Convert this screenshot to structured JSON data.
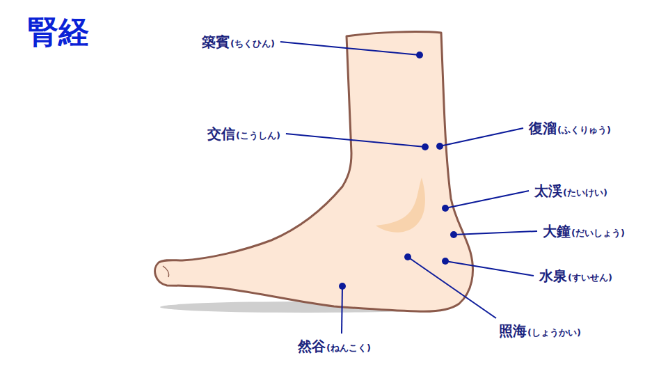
{
  "diagram": {
    "title": "腎経",
    "labels": [
      "築賓",
      "(ちくひん)",
      "交信",
      "(こうしん)",
      "復溜",
      "(ふくりゅう)",
      "太渓",
      "(たいけい)",
      "大鐘",
      "(だいしょう)",
      "水泉",
      "(すいせん)",
      "照海",
      "(しょうかい)",
      "然谷",
      "(ねんこく)"
    ]
  }
}
